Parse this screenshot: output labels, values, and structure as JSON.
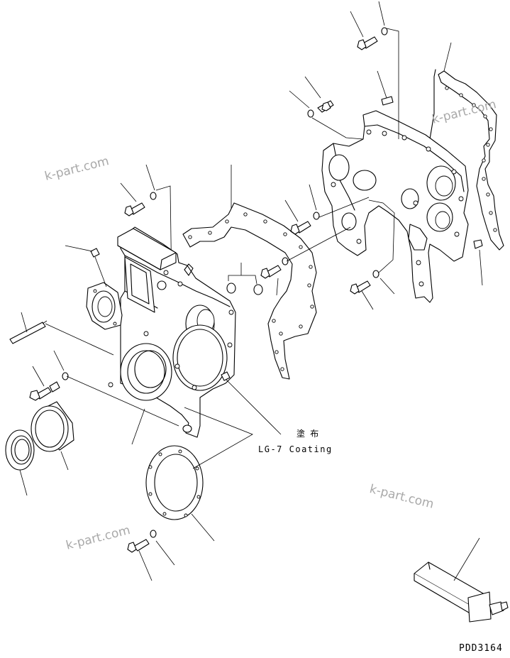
{
  "watermarks": [
    "k-part.com",
    "k-part.com",
    "k-part.com",
    "k-part.com"
  ],
  "annotation": {
    "jp": "塗 布",
    "en": "LG-7 Coating"
  },
  "drawing_code": "PDD3164",
  "colors": {
    "line": "#000000",
    "watermark": "#a9a9a9",
    "background": "#ffffff"
  }
}
